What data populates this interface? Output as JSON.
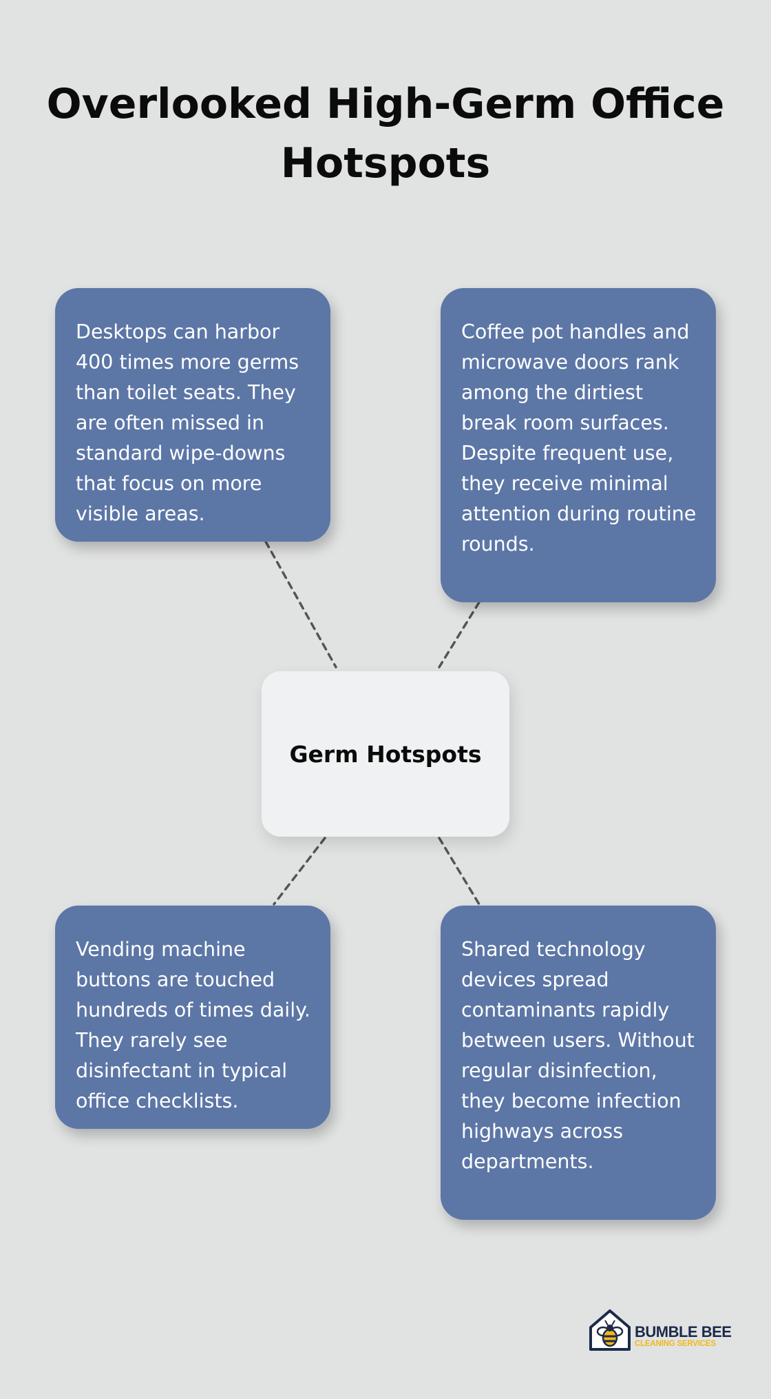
{
  "title": "Overlooked High-Germ Office Hotspots",
  "center": {
    "label": "Germ Hotspots"
  },
  "hotspots": [
    {
      "text": "Desktops can harbor 400 times more germs than toilet seats. They are often missed in standard wipe-downs that focus on more visible areas."
    },
    {
      "text": "Coffee pot handles and microwave doors rank among the dirtiest break room surfaces. Despite frequent use, they receive minimal attention during routine rounds."
    },
    {
      "text": "Vending machine buttons are touched hundreds of times daily. They rarely see disinfectant in typical office checklists."
    },
    {
      "text": "Shared technology devices spread contaminants rapidly between users. Without regular disinfection, they become infection highways across departments."
    }
  ],
  "colors": {
    "background": "#e1e2e2",
    "card": "#5c76a6",
    "center_node": "#f0f1f2",
    "connector": "#555555",
    "brand_navy": "#1c2a4a",
    "brand_yellow": "#f1b81c"
  },
  "logo": {
    "name": "BUMBLE BEE",
    "tagline": "CLEANING SERVICES",
    "icon": "bee-house-icon"
  }
}
